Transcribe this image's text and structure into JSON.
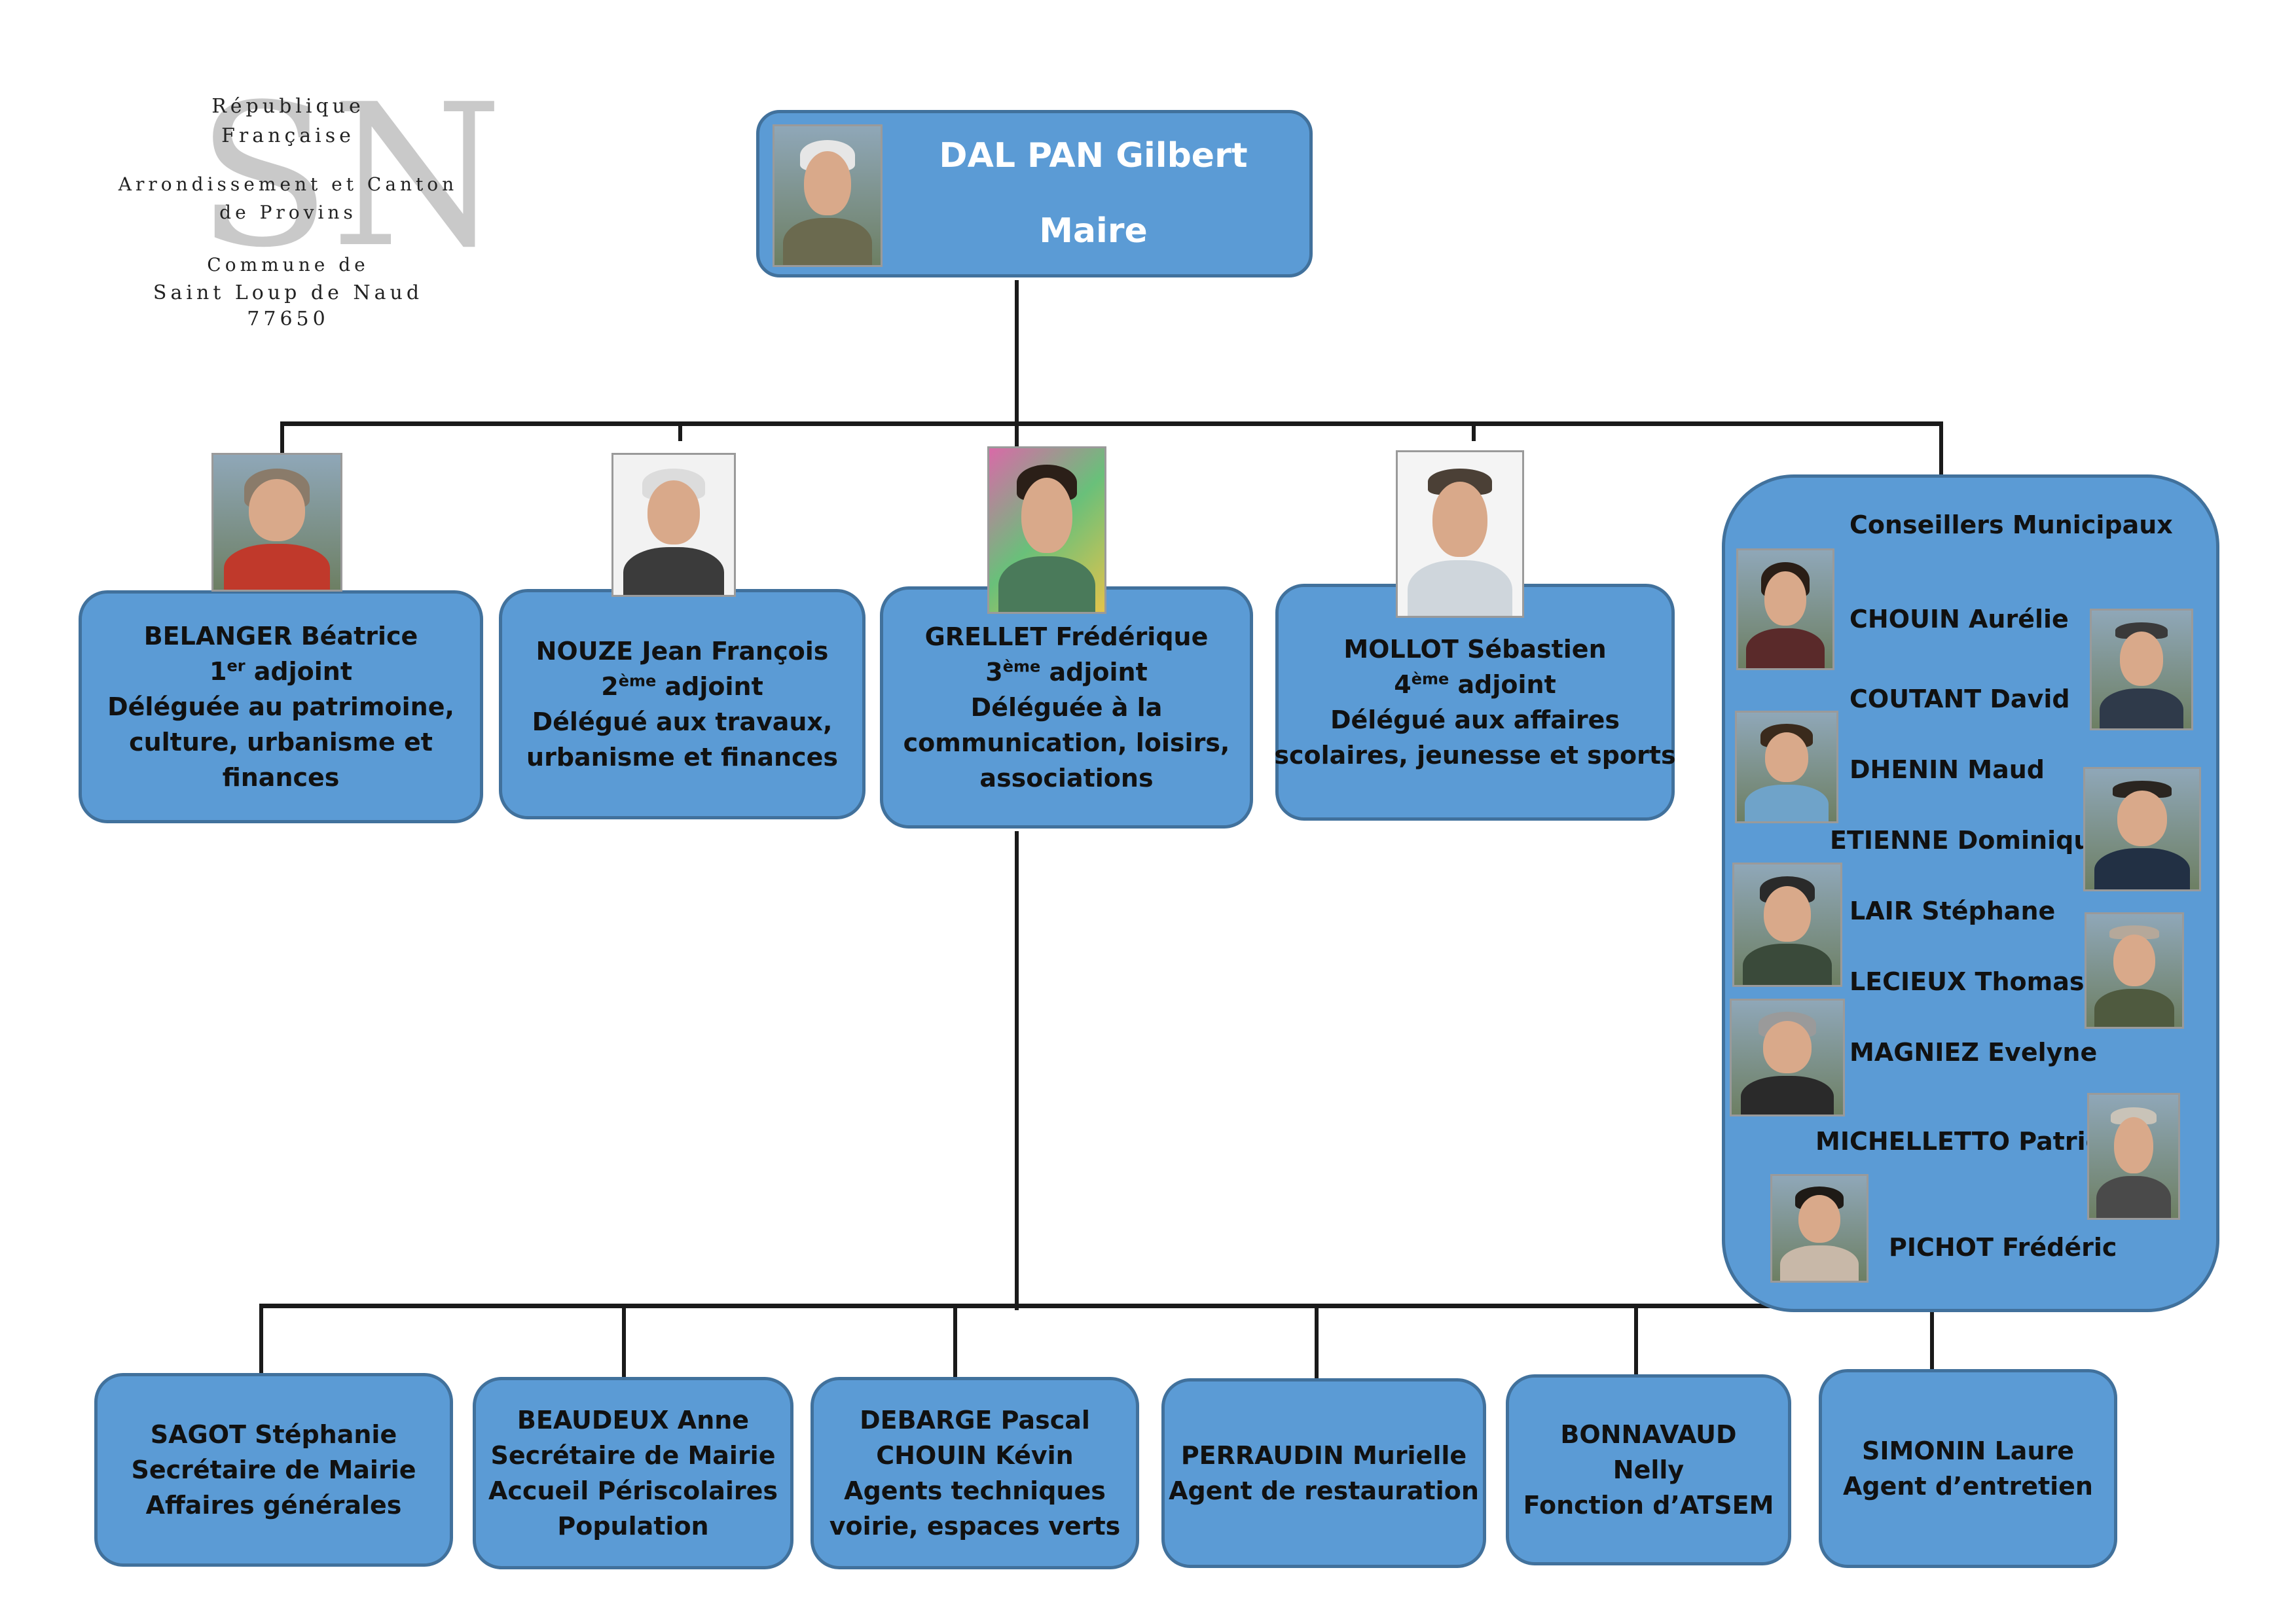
{
  "logo": {
    "line1": "République",
    "line2": "Française",
    "line3": "Arrondissement et Canton",
    "line4": "de Provins",
    "line5": "Commune de",
    "line6": "Saint Loup de Naud",
    "line7": "77650",
    "monogram": "SN"
  },
  "maire": {
    "name": "DAL PAN Gilbert",
    "role": "Maire"
  },
  "adjoints": [
    {
      "name": "BELANGER Béatrice",
      "rank": "1",
      "rank_sup": "er",
      "rank_word": " adjoint",
      "lines": [
        "Déléguée au patrimoine,",
        "culture, urbanisme et",
        "finances"
      ]
    },
    {
      "name": "NOUZE Jean François",
      "rank": "2",
      "rank_sup": "ème",
      "rank_word": " adjoint",
      "lines": [
        "Délégué aux travaux,",
        "urbanisme et finances"
      ]
    },
    {
      "name": "GRELLET Frédérique",
      "rank": "3",
      "rank_sup": "ème",
      "rank_word": " adjoint",
      "lines": [
        "Déléguée à la",
        "communication, loisirs,",
        "associations"
      ]
    },
    {
      "name": "MOLLOT Sébastien",
      "rank": "4",
      "rank_sup": "ème",
      "rank_word": " adjoint",
      "lines": [
        "Délégué aux affaires",
        "scolaires, jeunesse et sports"
      ]
    }
  ],
  "conseillers": {
    "title": "Conseillers Municipaux",
    "members": [
      "CHOUIN Aurélie",
      "COUTANT David",
      "DHENIN Maud",
      "ETIENNE Dominique",
      "LAIR Stéphane",
      "LECIEUX Thomas",
      "MAGNIEZ Evelyne",
      "MICHELLETTO Patrick",
      "PICHOT Frédéric"
    ]
  },
  "agents": [
    {
      "lines": [
        "SAGOT Stéphanie",
        "Secrétaire de Mairie",
        "Affaires générales"
      ]
    },
    {
      "lines": [
        "BEAUDEUX Anne",
        "Secrétaire de Mairie",
        "Accueil Périscolaires",
        "Population"
      ]
    },
    {
      "lines": [
        "DEBARGE Pascal",
        "CHOUIN Kévin",
        "Agents techniques",
        "voirie, espaces verts"
      ]
    },
    {
      "lines": [
        "PERRAUDIN Murielle",
        "Agent de restauration"
      ]
    },
    {
      "lines": [
        "BONNAVAUD",
        "Nelly",
        "Fonction d’ATSEM"
      ]
    },
    {
      "lines": [
        "SIMONIN Laure",
        "Agent d’entretien"
      ]
    }
  ]
}
